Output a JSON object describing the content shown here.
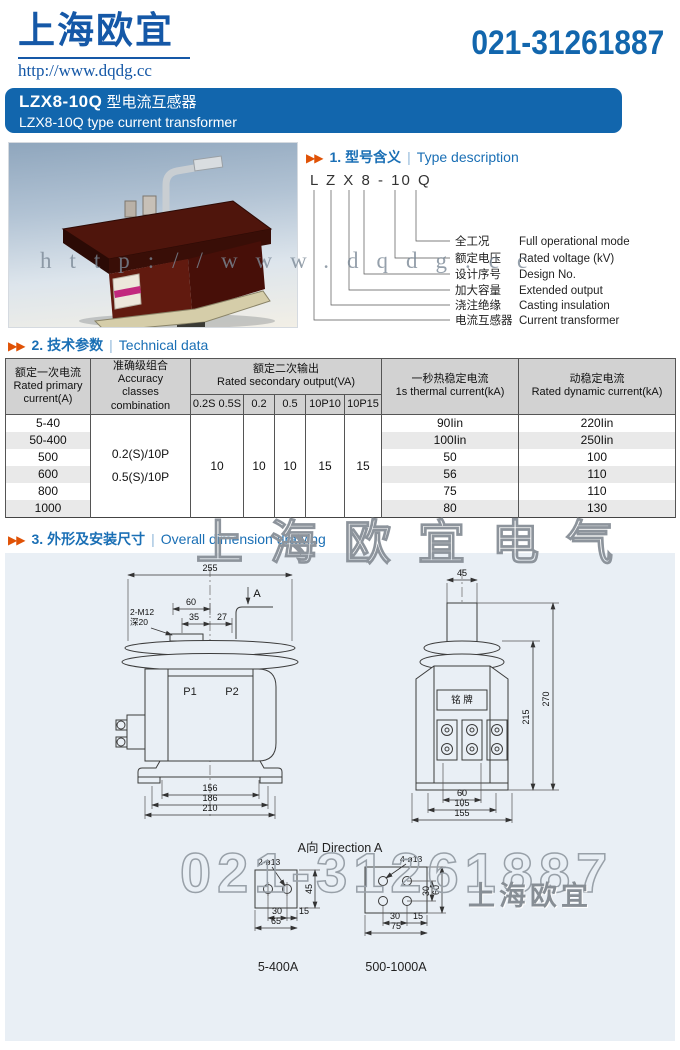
{
  "header": {
    "logo_text": "上海欧宜",
    "logo_url": "http://www.dqdg.cc",
    "phone": "021-31261887"
  },
  "title_bar": {
    "model": "LZX8-10Q",
    "title_cn": "型电流互感器",
    "title_en": "LZX8-10Q type current transformer"
  },
  "section_marker": "▶▶",
  "section1": {
    "no": "1.",
    "cn": "型号含义",
    "sep": "|",
    "en": "Type description",
    "model_code": "L Z X 8 - 10 Q",
    "legend": [
      {
        "cn": "全工况",
        "en": "Full operational mode"
      },
      {
        "cn": "额定电压",
        "en": "Rated voltage (kV)"
      },
      {
        "cn": "设计序号",
        "en": "Design No."
      },
      {
        "cn": "加大容量",
        "en": "Extended output"
      },
      {
        "cn": "浇注绝缘",
        "en": "Casting insulation"
      },
      {
        "cn": "电流互感器",
        "en": "Current transformer"
      }
    ]
  },
  "section2": {
    "no": "2.",
    "cn": "技术参数",
    "sep": "|",
    "en": "Technical data",
    "table": {
      "primary_cn": "额定一次电流",
      "primary_en1": "Rated primary",
      "primary_en2": "current(A)",
      "accuracy_cn": "准确级组合",
      "accuracy_en1": "Accuracy",
      "accuracy_en2": "classes",
      "accuracy_en3": "combination",
      "output_cn": "额定二次输出",
      "output_en": "Rated secondary output(VA)",
      "subcols": [
        "0.2S 0.5S",
        "0.2",
        "0.5",
        "10P10",
        "10P15"
      ],
      "thermal_cn": "一秒热稳定电流",
      "thermal_en": "1s thermal current(kA)",
      "dynamic_cn": "动稳定电流",
      "dynamic_en": "Rated dynamic current(kA)",
      "accuracy_values": [
        "0.2(S)/10P",
        "0.5(S)/10P"
      ],
      "output_values": [
        "10",
        "10",
        "10",
        "15",
        "15"
      ],
      "rows": [
        {
          "primary": "5-40",
          "thermal": "90Iin",
          "dynamic": "220Iin"
        },
        {
          "primary": "50-400",
          "thermal": "100Iin",
          "dynamic": "250Iin"
        },
        {
          "primary": "500",
          "thermal": "50",
          "dynamic": "100"
        },
        {
          "primary": "600",
          "thermal": "56",
          "dynamic": "110"
        },
        {
          "primary": "800",
          "thermal": "75",
          "dynamic": "110"
        },
        {
          "primary": "1000",
          "thermal": "80",
          "dynamic": "130"
        }
      ]
    }
  },
  "section3": {
    "no": "3.",
    "cn": "外形及安装尺寸",
    "sep": "|",
    "en": "Overall dimension drawing",
    "front": {
      "d255": "255",
      "a_label": "A",
      "d60": "60",
      "d35": "35",
      "d27": "27",
      "thread1": "2-M12",
      "thread2": "深20",
      "p1": "P1",
      "p2": "P2",
      "d156": "156",
      "d186": "186",
      "d210": "210"
    },
    "side": {
      "d45": "45",
      "d215": "215",
      "d270": "270",
      "nameplate": "铭  牌",
      "d60": "60",
      "d105": "105",
      "d155": "155"
    },
    "dirA": {
      "title": "A向 Direction A",
      "left_holes": "2-ø13",
      "l45": "45",
      "l30": "30",
      "l15": "15",
      "l65": "65",
      "left_caption": "5-400A",
      "right_holes": "4-ø13",
      "r30v": "30",
      "r60": "60",
      "r30": "30",
      "r15": "15",
      "r75": "75",
      "right_caption": "500-1000A"
    }
  },
  "watermarks": {
    "url": "http://www.dqdg.cc",
    "company_outline": "上海欧宜电气",
    "phone_outline": "021-31261887",
    "company_gray": "上海欧宜"
  },
  "colors": {
    "brand_blue": "#1266ad",
    "heading_blue": "#1a6fb5",
    "marker_orange": "#e05206",
    "table_header_gray": "#d2d2d2",
    "row_stripe_gray": "#e9e9e9",
    "panel_blue": "#e9eff5",
    "product_maroon": "#5a170d"
  }
}
